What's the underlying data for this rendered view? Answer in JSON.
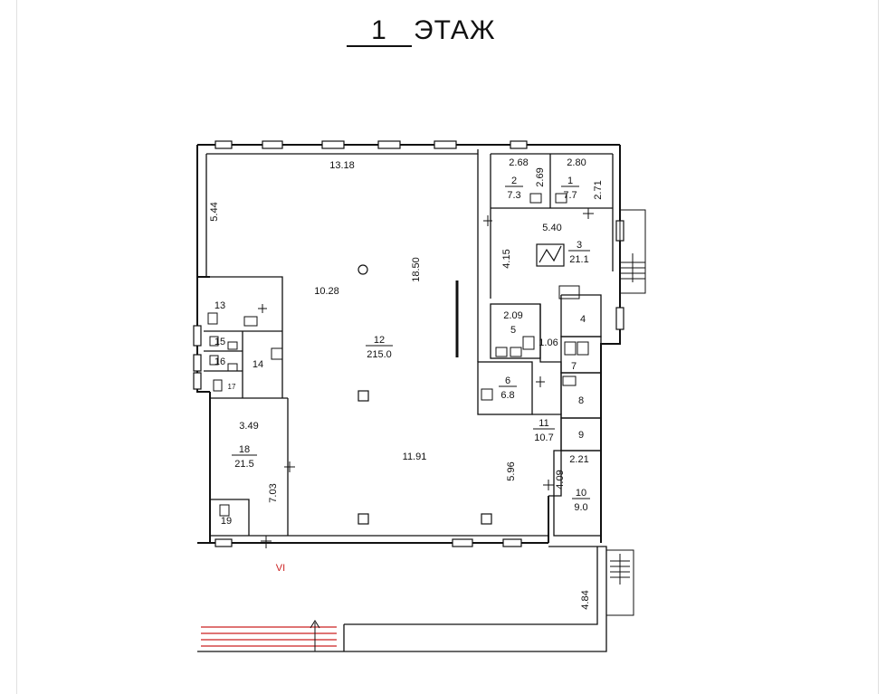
{
  "title": {
    "floor_number": "1",
    "floor_label": "ЭТАЖ"
  },
  "rooms": [
    {
      "id": "r1",
      "number": "1",
      "area": "7.7"
    },
    {
      "id": "r2",
      "number": "2",
      "area": "7.3"
    },
    {
      "id": "r3",
      "number": "3",
      "area": "21.1"
    },
    {
      "id": "r4",
      "number": "4",
      "area": ""
    },
    {
      "id": "r5",
      "number": "5",
      "area": ""
    },
    {
      "id": "r6",
      "number": "6",
      "area": "6.8"
    },
    {
      "id": "r7",
      "number": "7",
      "area": ""
    },
    {
      "id": "r8",
      "number": "8",
      "area": ""
    },
    {
      "id": "r9",
      "number": "9",
      "area": ""
    },
    {
      "id": "r10",
      "number": "10",
      "area": "9.0"
    },
    {
      "id": "r11",
      "number": "11",
      "area": "10.7"
    },
    {
      "id": "r12",
      "number": "12",
      "area": "215.0"
    },
    {
      "id": "r13",
      "number": "13",
      "area": ""
    },
    {
      "id": "r14",
      "number": "14",
      "area": ""
    },
    {
      "id": "r15",
      "number": "15",
      "area": ""
    },
    {
      "id": "r16",
      "number": "16",
      "area": ""
    },
    {
      "id": "r17",
      "number": "17",
      "area": ""
    },
    {
      "id": "r18",
      "number": "18",
      "area": "21.5"
    },
    {
      "id": "r19",
      "number": "19",
      "area": ""
    }
  ],
  "dimensions": {
    "d_13_18": "13.18",
    "d_5_44": "5.44",
    "d_10_28": "10.28",
    "d_18_50": "18.50",
    "d_11_91": "11.91",
    "d_5_96": "5.96",
    "d_3_49": "3.49",
    "d_7_03": "7.03",
    "d_2_68": "2.68",
    "d_2_69": "2.69",
    "d_2_80": "2.80",
    "d_2_71": "2.71",
    "d_5_40": "5.40",
    "d_4_15": "4.15",
    "d_2_09": "2.09",
    "d_1_06": "1.06",
    "d_2_21": "2.21",
    "d_4_09": "4.09",
    "d_4_84": "4.84"
  },
  "axis_label": "VI"
}
